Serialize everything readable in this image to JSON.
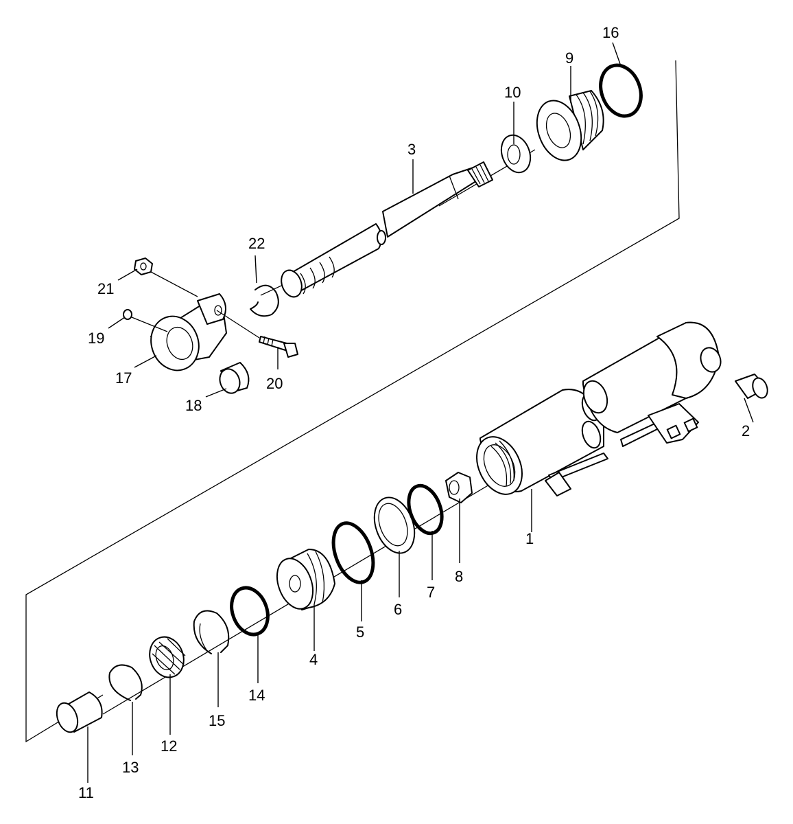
{
  "diagram": {
    "callouts": [
      {
        "id": "1",
        "label": "1"
      },
      {
        "id": "2",
        "label": "2"
      },
      {
        "id": "3",
        "label": "3"
      },
      {
        "id": "4",
        "label": "4"
      },
      {
        "id": "5",
        "label": "5"
      },
      {
        "id": "6",
        "label": "6"
      },
      {
        "id": "7",
        "label": "7"
      },
      {
        "id": "8",
        "label": "8"
      },
      {
        "id": "9",
        "label": "9"
      },
      {
        "id": "10",
        "label": "10"
      },
      {
        "id": "11",
        "label": "11"
      },
      {
        "id": "12",
        "label": "12"
      },
      {
        "id": "13",
        "label": "13"
      },
      {
        "id": "14",
        "label": "14"
      },
      {
        "id": "15",
        "label": "15"
      },
      {
        "id": "16",
        "label": "16"
      },
      {
        "id": "17",
        "label": "17"
      },
      {
        "id": "18",
        "label": "18"
      },
      {
        "id": "19",
        "label": "19"
      },
      {
        "id": "20",
        "label": "20"
      },
      {
        "id": "21",
        "label": "21"
      },
      {
        "id": "22",
        "label": "22"
      }
    ]
  }
}
